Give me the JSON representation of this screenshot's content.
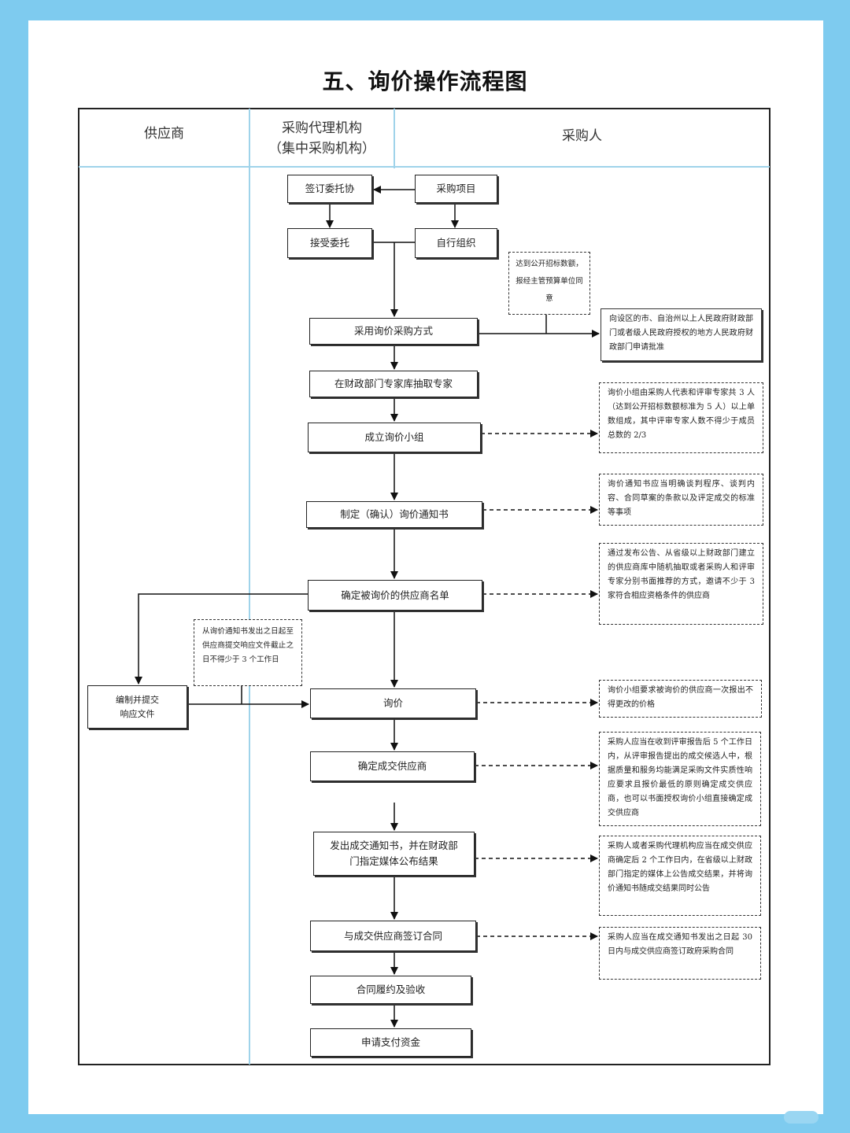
{
  "title": "五、询价操作流程图",
  "lanes": {
    "supplier": "供应商",
    "agency_line1": "采购代理机构",
    "agency_line2": "（集中采购机构）",
    "purchaser": "采购人"
  },
  "steps": {
    "sign_entrust": "签订委托协",
    "procurement_project": "采购项目",
    "accept_entrust": "接受委托",
    "self_organize": "自行组织",
    "adopt_inquiry": "采用询价采购方式",
    "draw_experts": "在财政部门专家库抽取专家",
    "form_group": "成立询价小组",
    "make_notice": "制定（确认）询价通知书",
    "determine_list": "确定被询价的供应商名单",
    "prepare_response_line1": "编制并提交",
    "prepare_response_line2": "响应文件",
    "inquiry": "询价",
    "determine_winner": "确定成交供应商",
    "publish_line1": "发出成交通知书，并在财政部",
    "publish_line2": "门指定媒体公布结果",
    "sign_contract": "与成交供应商签订合同",
    "acceptance": "合同履约及验收",
    "payment": "申请支付资金"
  },
  "notes": {
    "threshold": "达到公开招标数额，报经主管预算单位同意",
    "approval": "向设区的市、自治州以上人民政府财政部门或者级人民政府授权的地方人民政府财政部门申请批准",
    "group_composition": "询价小组由采购人代表和评审专家共 3 人（达到公开招标数额标准为 5 人）以上单数组成，其中评审专家人数不得少于成员总数的 2/3",
    "notice_content": "询价通知书应当明确谈判程序、谈判内容、合同草案的条款以及评定成交的标准等事项",
    "supplier_selection": "通过发布公告、从省级以上财政部门建立的供应商库中随机抽取或者采购人和评审专家分别书面推荐的方式，邀请不少于 3 家符合相应资格条件的供应商",
    "response_time": "从询价通知书发出之日起至供应商提交响应文件截止之日不得少于 3 个工作日",
    "one_time_quote": "询价小组要求被询价的供应商一次报出不得更改的价格",
    "winner_rule": "采购人应当在收到评审报告后 5 个工作日内，从评审报告提出的成交候选人中，根据质量和服务均能满足采购文件实质性响应要求且报价最低的原则确定成交供应商，也可以书面授权询价小组直接确定成交供应商",
    "announce_rule": "采购人或者采购代理机构应当在成交供应商确定后 2 个工作日内，在省级以上财政部门指定的媒体上公告成交结果，并将询价通知书随成交结果同时公告",
    "contract_rule": "采购人应当在成交通知书发出之日起 30 日内与成交供应商签订政府采购合同"
  },
  "colors": {
    "background": "#7ecbef",
    "lane_divider": "#9fd3ea",
    "line": "#222222"
  }
}
